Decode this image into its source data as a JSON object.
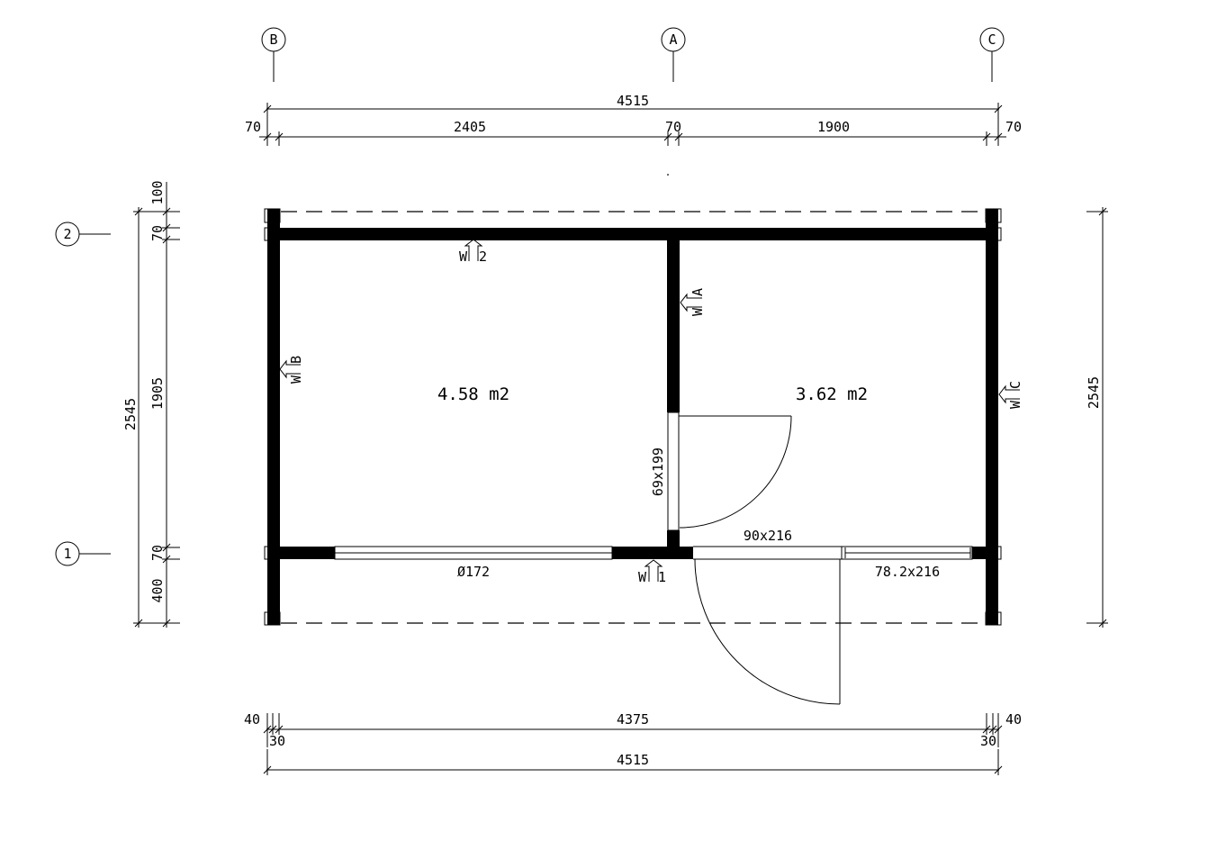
{
  "grid": {
    "axes_top": [
      "B",
      "A",
      "C"
    ],
    "axes_left": [
      "2",
      "1"
    ]
  },
  "dimensions": {
    "top_overall": "4515",
    "top_left_end": "70",
    "top_left_span": "2405",
    "top_mid_wall": "70",
    "top_right_span": "1900",
    "top_right_end": "70",
    "left_overall": "2545",
    "left_top_overhang": "100",
    "left_top_wall": "70",
    "left_inner": "1905",
    "left_bottom_wall": "70",
    "left_bottom_overhang": "400",
    "right_overall": "2545",
    "bottom_left_end": "40",
    "bottom_left_inset": "30",
    "bottom_inner": "4375",
    "bottom_right_end": "40",
    "bottom_right_inset": "30",
    "bottom_overall": "4515"
  },
  "rooms": {
    "left_area": "4.58 m2",
    "right_area": "3.62 m2"
  },
  "openings": {
    "window_left": "Ø172",
    "inner_door": "69x199",
    "front_door": "90x216",
    "window_right": "78.2x216"
  },
  "wall_markers": {
    "w2": "W",
    "w2_id": "2",
    "wa": "W",
    "wa_id": "A",
    "wb": "W",
    "wb_id": "B",
    "wc": "W",
    "wc_id": "C",
    "w1": "W",
    "w1_id": "1"
  }
}
